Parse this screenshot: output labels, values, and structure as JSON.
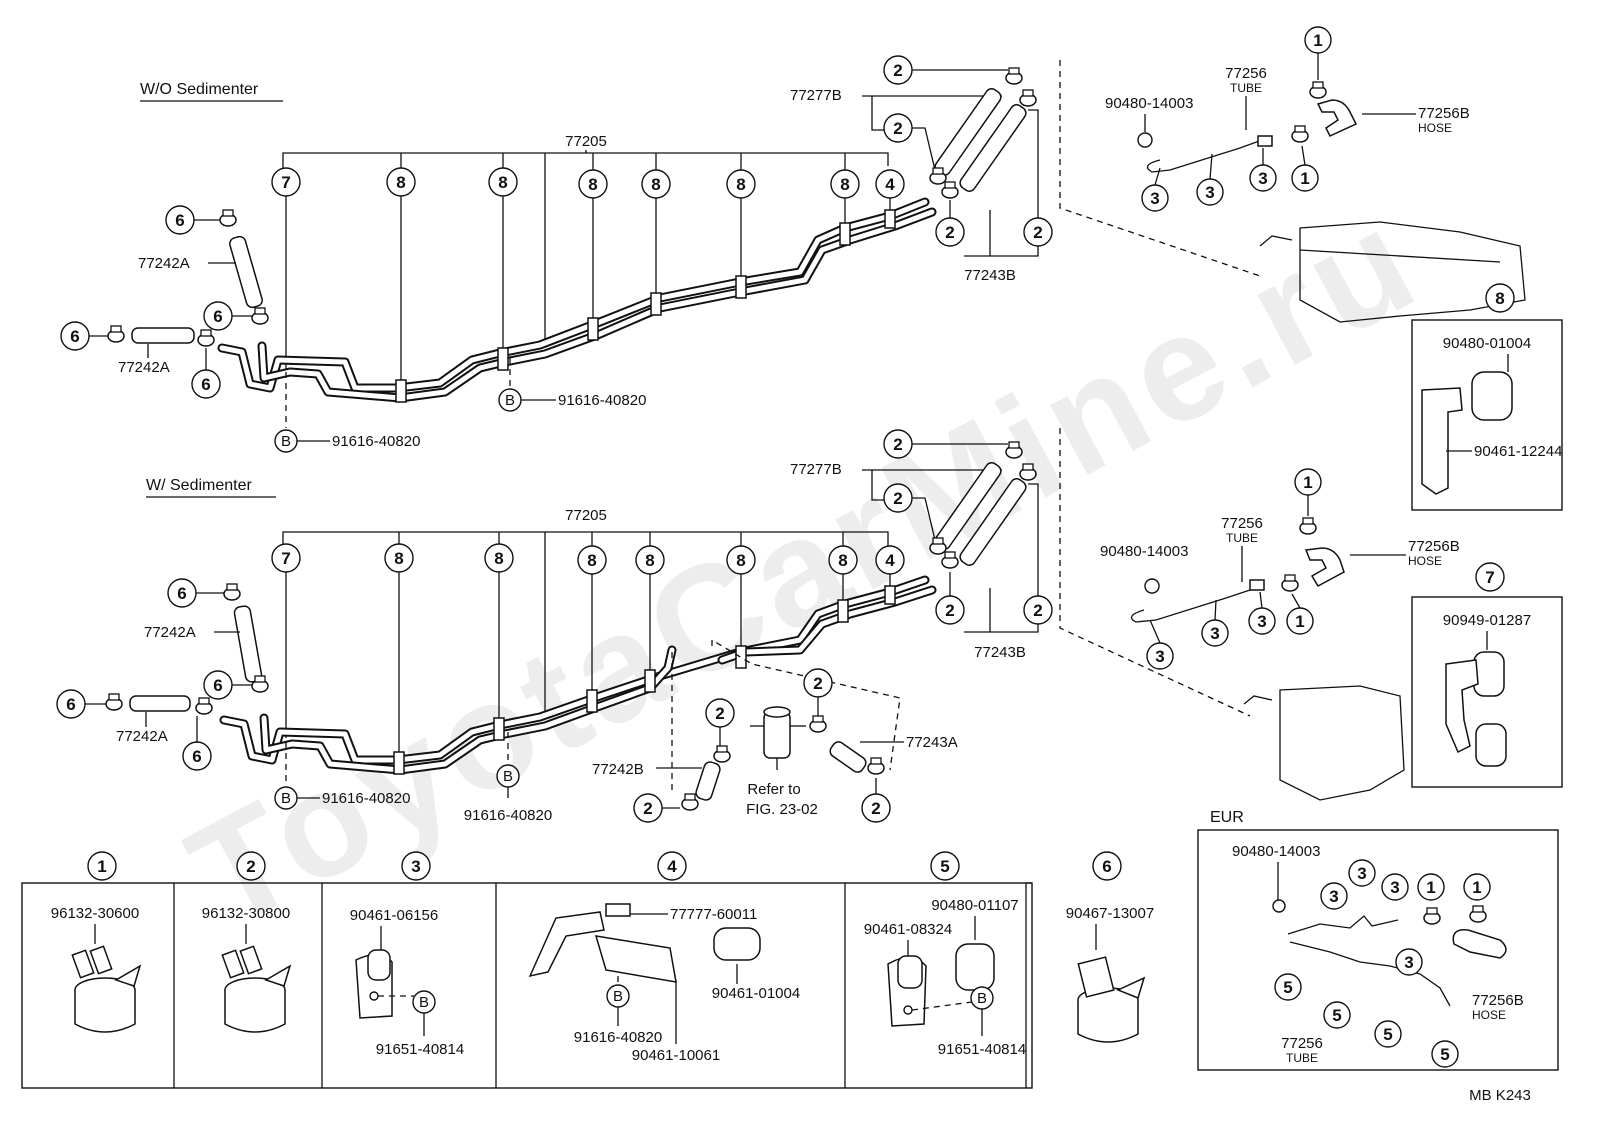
{
  "watermark": "ToyotaCarMine.ru",
  "sections": {
    "wo_sedimenter": "W/O Sedimenter",
    "w_sedimenter": "W/ Sedimenter",
    "eur": "EUR"
  },
  "top": {
    "p77205": "77205",
    "p77277B": "77277B",
    "p77243B": "77243B",
    "p77242A_upper": "77242A",
    "p77242A_lower": "77242A",
    "b1": "91616-40820",
    "b2": "91616-40820",
    "p90480_14003": "90480-14003",
    "p77256": "77256",
    "tube": "TUBE",
    "p77256B": "77256B",
    "hose": "HOSE"
  },
  "bottom": {
    "p77205": "77205",
    "p77277B": "77277B",
    "p77243B": "77243B",
    "p77242A_upper": "77242A",
    "p77242A_lower": "77242A",
    "b1": "91616-40820",
    "b2": "91616-40820",
    "p77242B": "77242B",
    "p77243A": "77243A",
    "refer1": "Refer to",
    "refer2": "FIG. 23-02",
    "p90480_14003": "90480-14003",
    "p77256": "77256",
    "tube": "TUBE",
    "p77256B": "77256B",
    "hose": "HOSE"
  },
  "inset8": {
    "callout": "8",
    "p1": "90480-01004",
    "p2": "90461-12244"
  },
  "inset7": {
    "callout": "7",
    "p1": "90949-01287"
  },
  "eur": {
    "p90480_14003": "90480-14003",
    "p77256B": "77256B",
    "hose": "HOSE",
    "p77256": "77256",
    "tube": "TUBE"
  },
  "legend": [
    {
      "num": "1",
      "parts": [
        "96132-30600"
      ]
    },
    {
      "num": "2",
      "parts": [
        "96132-30800"
      ]
    },
    {
      "num": "3",
      "parts": [
        "90461-06156",
        "91651-40814"
      ]
    },
    {
      "num": "4",
      "parts": [
        "77777-60011",
        "90461-01004",
        "91616-40820",
        "90461-10061"
      ]
    },
    {
      "num": "5",
      "parts": [
        "90480-01107",
        "90461-08324",
        "91651-40814"
      ]
    },
    {
      "num": "6",
      "parts": [
        "90467-13007"
      ]
    }
  ],
  "bolt_letter": "B",
  "code": "MB  K243"
}
